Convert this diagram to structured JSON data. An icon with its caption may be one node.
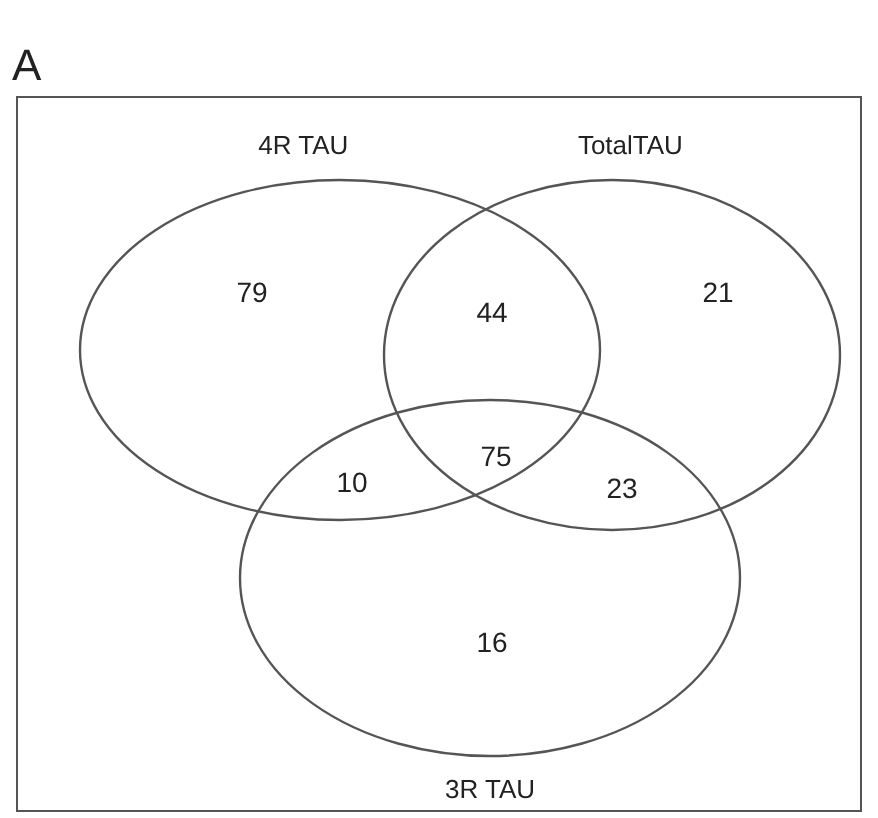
{
  "diagram": {
    "nodes": [
      {
        "text": [
          "4R TAU"
        ]
      },
      {
        "text": [
          "TotalTAU"
        ]
      },
      {
        "text": [
          "3R TAU"
        ]
      }
    ],
    "labels": [
      "A",
      "79",
      "44",
      "21",
      "75",
      "10",
      "23",
      "16"
    ]
  }
}
